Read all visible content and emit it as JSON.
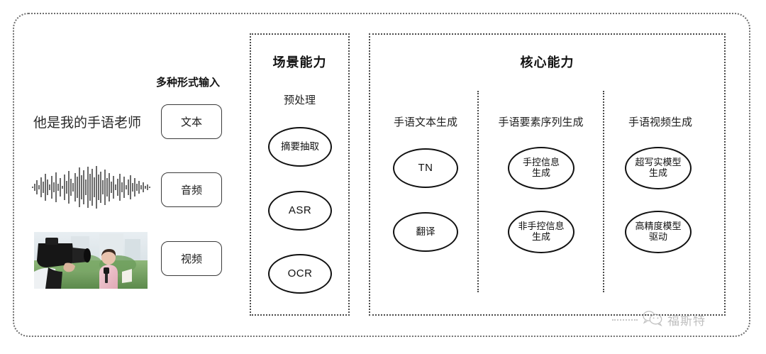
{
  "diagram": {
    "input_section": {
      "heading": "多种形式输入",
      "sample_sentence": "他是我的手语老师",
      "modalities": [
        {
          "label": "文本",
          "icon": "text-icon"
        },
        {
          "label": "音频",
          "icon": "waveform-icon"
        },
        {
          "label": "视频",
          "icon": "video-thumbnail-icon"
        }
      ]
    },
    "scene_panel": {
      "title": "场景能力",
      "groups": [
        {
          "label": "预处理",
          "nodes": [
            "摘要抽取",
            "ASR",
            "OCR"
          ]
        }
      ]
    },
    "core_panel": {
      "title": "核心能力",
      "columns": [
        {
          "label": "手语文本生成",
          "nodes": [
            "TN",
            "翻译"
          ]
        },
        {
          "label": "手语要素序列生成",
          "nodes": [
            "手控信息\n生成",
            "非手控信息\n生成"
          ]
        },
        {
          "label": "手语视频生成",
          "nodes": [
            "超写实模型\n生成",
            "高精度模型\n驱动"
          ]
        }
      ]
    },
    "watermark": {
      "text": "福斯特",
      "icon": "wechat-icon"
    },
    "colors": {
      "frame": "#6f6f6f",
      "panel_border": "#4a4a4a",
      "node_border": "#111111",
      "text": "#1a1a1a",
      "watermark": "#8b8b8b"
    }
  }
}
